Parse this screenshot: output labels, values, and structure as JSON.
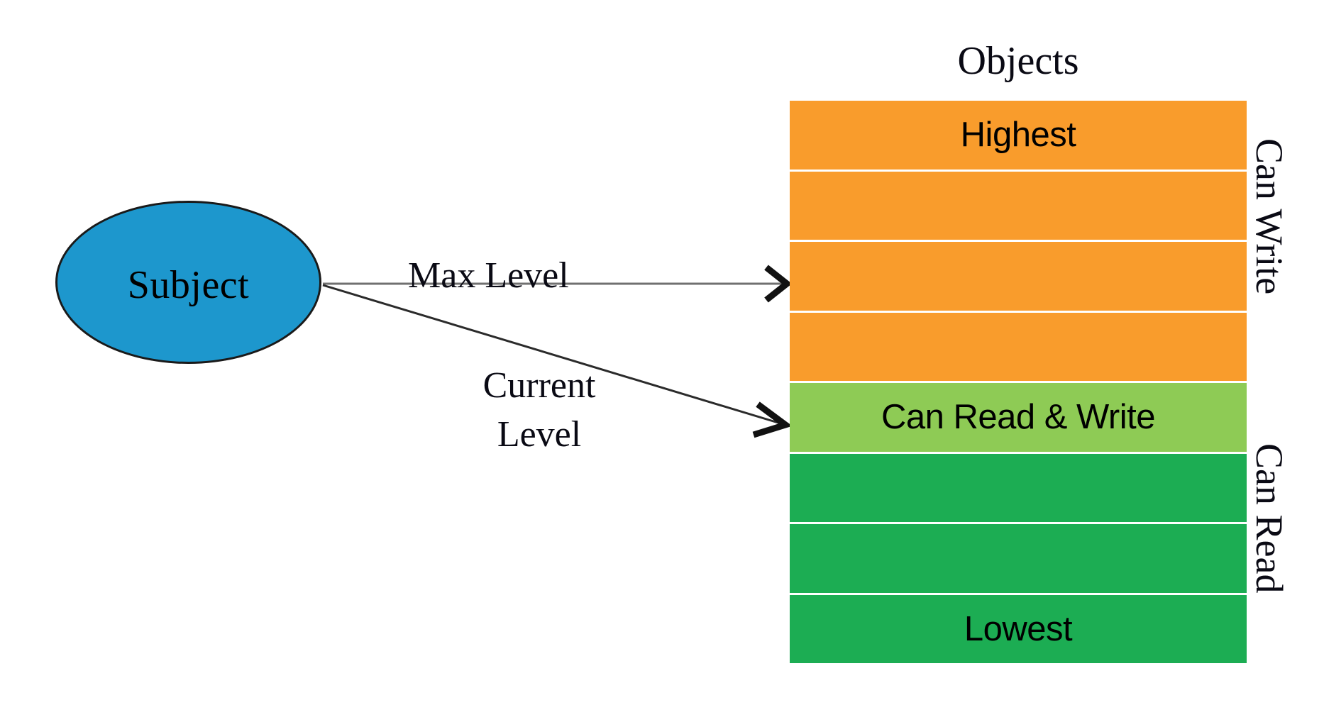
{
  "diagram": {
    "title_objects": "Objects",
    "subject": {
      "label": "Subject",
      "fill_color": "#1d97cd",
      "stroke_color": "#1a1a1a"
    },
    "edges": [
      {
        "name": "max-level",
        "label": "Max Level",
        "target_band_index": 2
      },
      {
        "name": "current-level",
        "label_line1": "Current",
        "label_line2": "Level",
        "target_band_index": 4
      }
    ],
    "levels": [
      {
        "label": "Highest",
        "color": "#f99c2c"
      },
      {
        "label": "",
        "color": "#f99c2c"
      },
      {
        "label": "",
        "color": "#f99c2c"
      },
      {
        "label": "",
        "color": "#f99c2c"
      },
      {
        "label": "Can Read & Write",
        "color": "#8ecb55"
      },
      {
        "label": "",
        "color": "#1cad53"
      },
      {
        "label": "",
        "color": "#1cad53"
      },
      {
        "label": "Lowest",
        "color": "#1cad53"
      }
    ],
    "side_labels": [
      {
        "name": "can-write",
        "text": "Can Write"
      },
      {
        "name": "can-read",
        "text": "Can Read"
      }
    ],
    "colors": {
      "orange": "#f99c2c",
      "light_green": "#8ecb55",
      "dark_green": "#1cad53",
      "blue": "#1d97cd",
      "line": "#2b2b2b",
      "background": "#ffffff"
    }
  }
}
